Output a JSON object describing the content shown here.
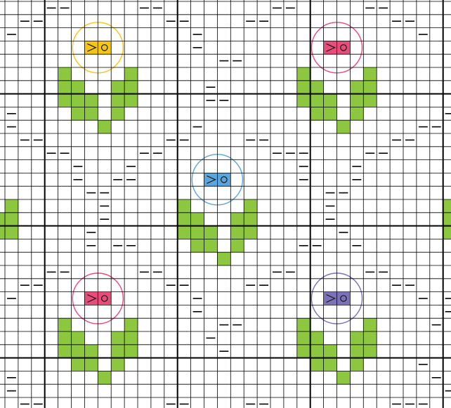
{
  "pattern": {
    "grid_cols": 34,
    "grid_rows": 31,
    "major_every": 10,
    "colors": {
      "background": "#ffffff",
      "grid_line": "#000000",
      "leaf": "#8dc63f",
      "yellow": "#f5c518",
      "pink": "#e84c7a",
      "blue": "#5aa6dc",
      "purple": "#7b72b8"
    },
    "flowers": [
      {
        "name": "yellow-flower",
        "col": 6,
        "row": 3,
        "color_key": "yellow"
      },
      {
        "name": "pink-flower-top",
        "col": 24,
        "row": 3,
        "color_key": "pink"
      },
      {
        "name": "blue-flower",
        "col": 15,
        "row": 13,
        "color_key": "blue"
      },
      {
        "name": "pink-flower-bottom",
        "col": 6,
        "row": 22,
        "color_key": "pink"
      },
      {
        "name": "purple-flower",
        "col": 24,
        "row": 22,
        "color_key": "purple"
      }
    ]
  }
}
